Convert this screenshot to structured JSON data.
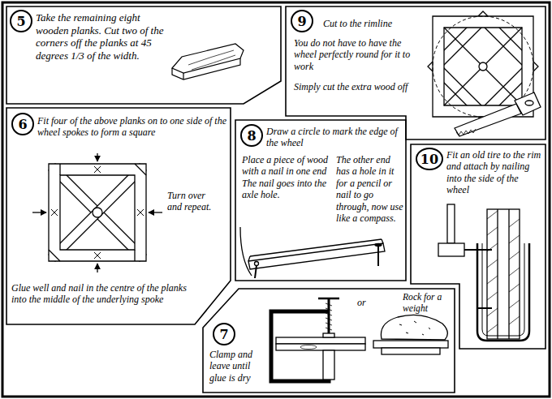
{
  "diagram": {
    "nodes": [
      {
        "text": [
          "5",
          "Take the remaining eight wooden planks. Cut two of the corners off the planks at 45 degrees 1/3 of the width."
        ]
      },
      {
        "text": [
          "6",
          "Fit four of the above planks on to one side of the wheel spokes to form a square",
          "Turn over and repeat.",
          "Glue well and nail in the centre of the planks into the middle of the underlying spoke"
        ]
      },
      {
        "text": [
          "7",
          "Clamp and leave until glue is dry",
          "or",
          "Rock for a weight"
        ]
      },
      {
        "text": [
          "8",
          "Draw a circle to mark the edge of the wheel",
          "Place a piece of wood with a nail in one end The nail goes into the axle hole.",
          "The other end has a hole in it for a pencil or nail to go through, now use like a compass."
        ]
      },
      {
        "text": [
          "9",
          "Cut to the rimline",
          "You do not have to have the wheel perfectly round for it to work",
          "Simply cut the extra wood off"
        ]
      },
      {
        "text": [
          "10",
          "Fit an old tire to the rim and attach by nailing into the side of the wheel"
        ]
      }
    ]
  }
}
